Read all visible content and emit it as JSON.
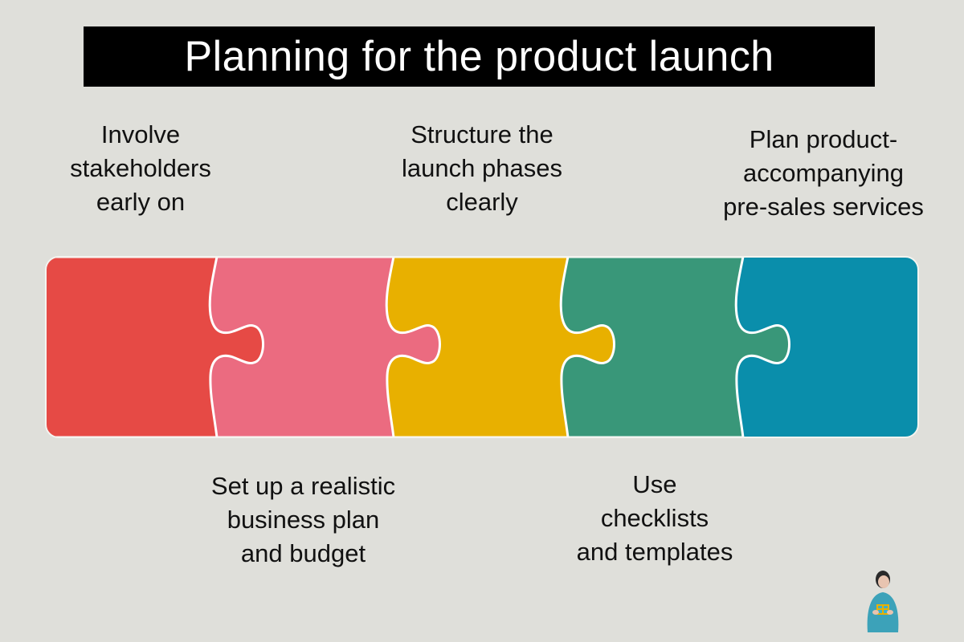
{
  "title": "Planning for the product launch",
  "colors": {
    "background": "#dfdfda",
    "title_bg": "#000000",
    "title_fg": "#ffffff",
    "piece_1": "#e64a45",
    "piece_2": "#eb6b80",
    "piece_3": "#e8b000",
    "piece_4": "#399779",
    "piece_5": "#0a8eab",
    "piece_outline": "#ffffff"
  },
  "steps": [
    {
      "id": 1,
      "label": "Involve\nstakeholders\nearly on",
      "position": "top"
    },
    {
      "id": 2,
      "label": "Structure the\nlaunch phases\nclearly",
      "position": "bottom"
    },
    {
      "id": 3,
      "label": "Plan product-\naccompanying\npre-sales services",
      "position": "top"
    },
    {
      "id": 4,
      "label": "Set up a realistic\nbusiness plan\nand budget",
      "position": "bottom"
    },
    {
      "id": 5,
      "label": "Use\nchecklists\nand templates",
      "position": "top"
    }
  ],
  "mascot": {
    "icon": "woman-holding-gift-illustration"
  }
}
